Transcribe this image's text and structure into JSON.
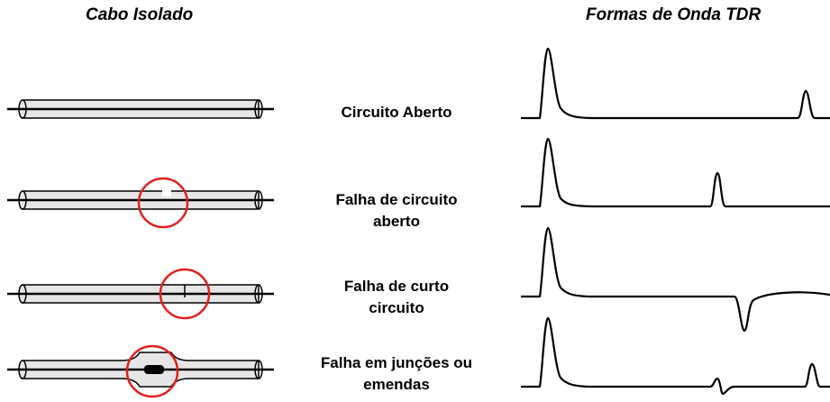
{
  "headers": {
    "left": "Cabo Isolado",
    "right": "Formas de Onda TDR"
  },
  "rows": [
    {
      "label_lines": [
        "Circuito Aberto"
      ],
      "fault": "none"
    },
    {
      "label_lines": [
        "Falha de circuito",
        "aberto"
      ],
      "fault": "open"
    },
    {
      "label_lines": [
        "Falha de curto",
        "circuito"
      ],
      "fault": "short"
    },
    {
      "label_lines": [
        "Falha em junções ou",
        "emendas"
      ],
      "fault": "splice"
    }
  ],
  "colors": {
    "cable_fill": "#e6e6e6",
    "stroke": "#000000",
    "highlight_circle": "#e02020"
  }
}
